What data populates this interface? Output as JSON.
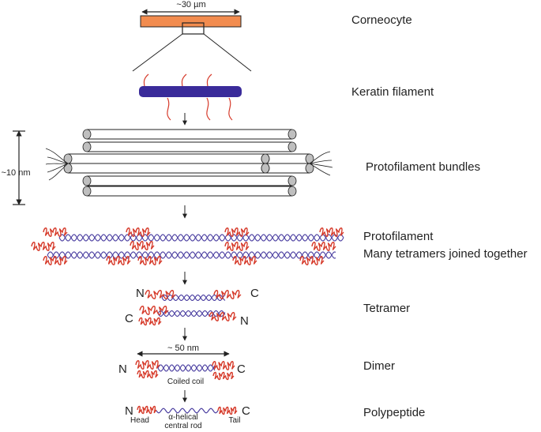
{
  "colors": {
    "corneocyte": "#f28c4f",
    "keratin": "#3a2b9a",
    "head_tail": "#d63b2b",
    "rod": "#4a3ea0",
    "line": "#222222",
    "protofil_end": "#bfbfbf"
  },
  "stages": [
    {
      "label": "Corneocyte"
    },
    {
      "label": "Keratin filament"
    },
    {
      "label": "Protofilament bundles"
    },
    {
      "label": "Protofilament",
      "sublabel": "Many tetramers joined together"
    },
    {
      "label": "Tetramer"
    },
    {
      "label": "Dimer"
    },
    {
      "label": "Polypeptide"
    }
  ],
  "measurements": {
    "corneocyte_width": "~30 µm",
    "bundle_height": "~10 nm",
    "dimer_length": "~ 50 nm"
  },
  "annotations": {
    "coiled_coil": "Coiled coil",
    "head": "Head",
    "rod_line1": "α-helical",
    "rod_line2": "central rod",
    "tail": "Tail"
  },
  "termini": {
    "n": "N",
    "c": "C"
  }
}
